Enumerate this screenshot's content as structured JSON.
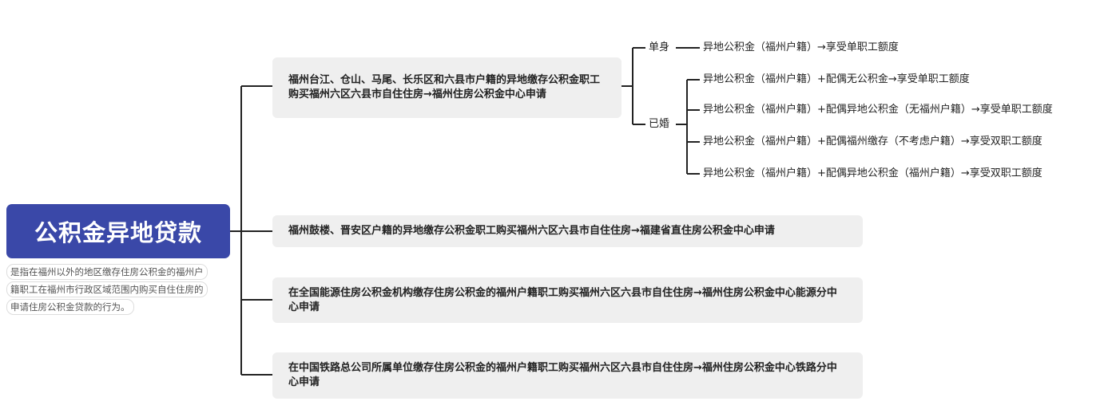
{
  "root": {
    "title": "公积金异地贷款",
    "note_lines": [
      "是指在福州以外的地区缴存住房公积金的福州户",
      "籍职工在福州市行政区域范围内购买自住住房的",
      "申请住房公积金贷款的行为。"
    ]
  },
  "branches": [
    {
      "text": "福州台江、仓山、马尾、长乐区和六县市户籍的异地缴存公积金职工购买福州六区六县市自住住房→福州住房公积金中心申请"
    },
    {
      "text": "福州鼓楼、晋安区户籍的异地缴存公积金职工购买福州六区六县市自住住房→福建省直住房公积金中心申请"
    },
    {
      "text": "在全国能源住房公积金机构缴存住房公积金的福州户籍职工购买福州六区六县市自住住房→福州住房公积金中心能源分中心申请"
    },
    {
      "text": "在中国铁路总公司所属单位缴存住房公积金的福州户籍职工购买福州六区六县市自住住房→福州住房公积金中心铁路分中心申请"
    }
  ],
  "single": {
    "label": "单身",
    "result": "异地公积金（福州户籍）→享受单职工额度"
  },
  "married": {
    "label": "已婚",
    "results": [
      "异地公积金（福州户籍）+配偶无公积金→享受单职工额度",
      "异地公积金（福州户籍）+配偶异地公积金（无福州户籍）→享受单职工额度",
      "异地公积金（福州户籍）+配偶福州缴存（不考虑户籍）→享受双职工额度",
      "异地公积金（福州户籍）+配偶异地公积金（福州户籍）→享受双职工额度"
    ]
  }
}
